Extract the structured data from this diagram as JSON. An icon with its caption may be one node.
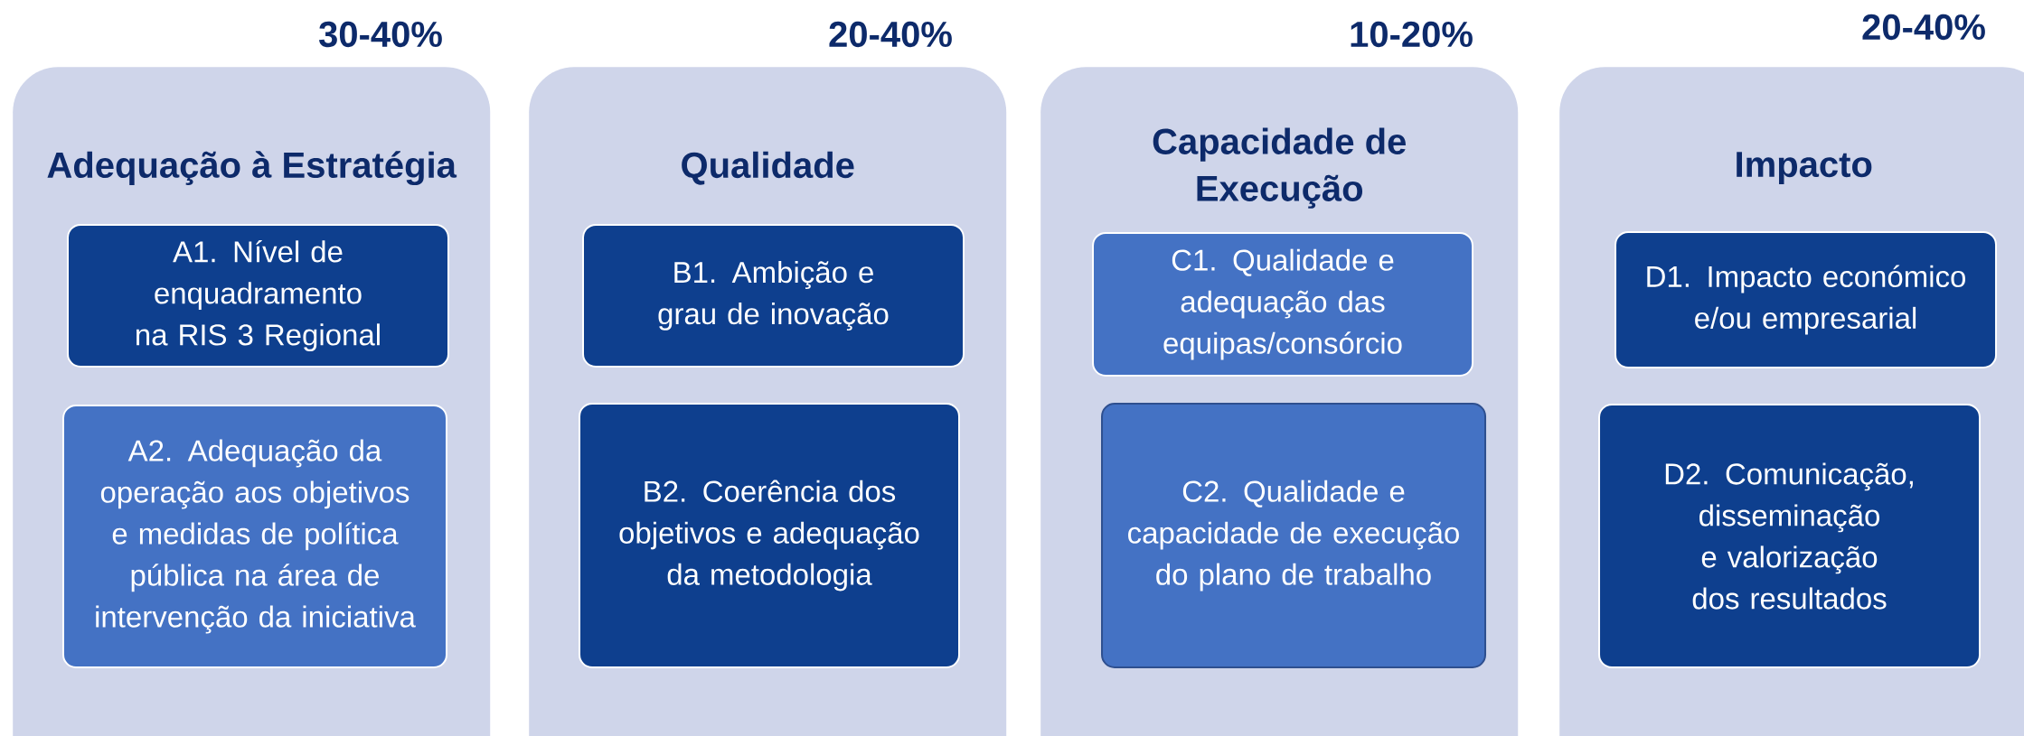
{
  "diagram": {
    "nodes": [
      {
        "text": [
          "Adequação à Estratégia"
        ],
        "beside": [
          "30-40%"
        ]
      },
      {
        "text": [
          "A1. Nível de enquadramento na RIS 3 Regional"
        ],
        "in": 0
      },
      {
        "text": [
          "A2. Adequação da operação aos objetivos e medidas de política pública na área de intervenção da iniciativa"
        ],
        "in": 0
      },
      {
        "text": [
          "Qualidade"
        ],
        "beside": [
          "20-40%"
        ]
      },
      {
        "text": [
          "B1. Ambição e grau de inovação"
        ],
        "in": 3
      },
      {
        "text": [
          "B2. Coerência dos objetivos e adequação da metodologia"
        ],
        "in": 3
      },
      {
        "text": [
          "Capacidade de Execução"
        ],
        "beside": [
          "10-20%"
        ]
      },
      {
        "text": [
          "C1. Qualidade e adequação das equipas/consórcio"
        ],
        "in": 6
      },
      {
        "text": [
          "C2. Qualidade e capacidade de execução do plano de trabalho"
        ],
        "in": 6
      },
      {
        "text": [
          "Impacto"
        ],
        "beside": [
          "20-40%"
        ]
      },
      {
        "text": [
          "D1. Impacto económico e/ou empresarial"
        ],
        "in": 9
      },
      {
        "text": [
          "D2. Comunicação, disseminação e valorização dos resultados"
        ],
        "in": 9
      }
    ]
  }
}
